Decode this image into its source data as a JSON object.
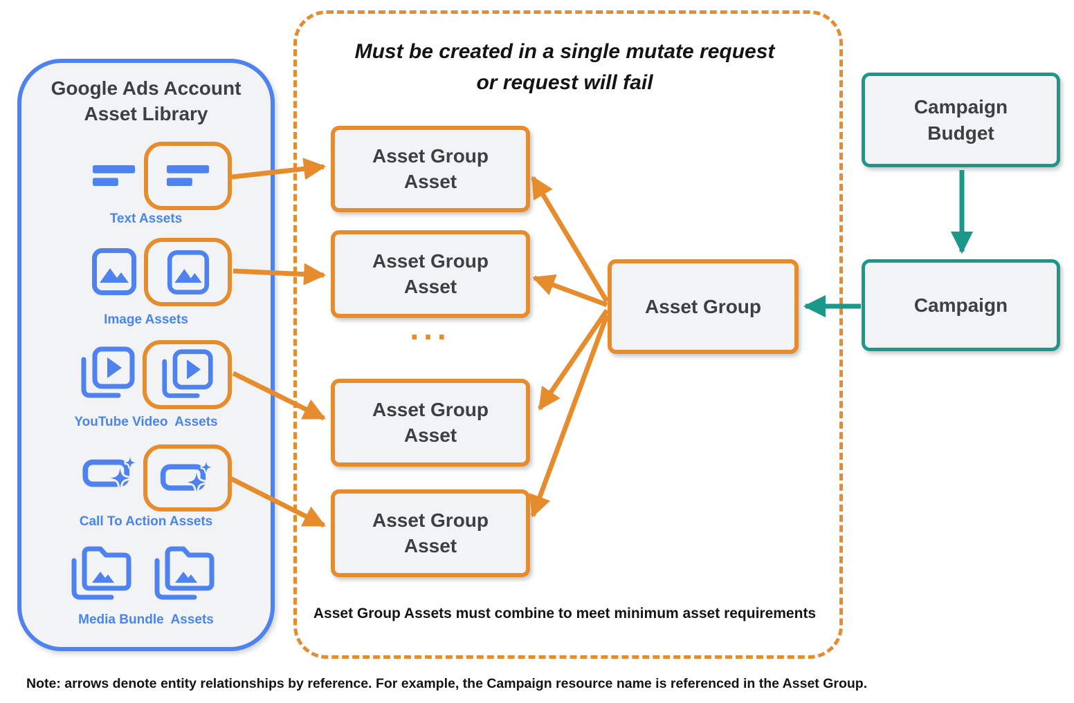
{
  "colors": {
    "orange": "#E68C2D",
    "teal": "#1B988A",
    "blue": "#4D82F0",
    "box_fill": "#F1F3F4",
    "dark_text": "#3C4043"
  },
  "asset_library": {
    "title": "Google Ads Account Asset Library",
    "items": [
      {
        "label": "Text Assets",
        "icon": "text-asset-icon"
      },
      {
        "label": "Image Assets",
        "icon": "image-asset-icon"
      },
      {
        "label": "YouTube Video  Assets",
        "icon": "youtube-video-asset-icon"
      },
      {
        "label": "Call To Action Assets",
        "icon": "call-to-action-asset-icon"
      },
      {
        "label": "Media Bundle  Assets",
        "icon": "media-bundle-asset-icon"
      }
    ]
  },
  "mutate_panel": {
    "title_line1": "Must be created in a single mutate request",
    "title_line2": "or request will fail",
    "boxes": [
      {
        "label": "Asset Group Asset"
      },
      {
        "label": "Asset Group Asset"
      },
      {
        "label": "Asset Group Asset"
      },
      {
        "label": "Asset Group Asset"
      }
    ],
    "ellipsis": "...",
    "footnote": "Asset Group Assets must combine to meet minimum asset requirements"
  },
  "asset_group": {
    "label": "Asset Group"
  },
  "campaign_budget": {
    "label": "Campaign Budget"
  },
  "campaign": {
    "label": "Campaign"
  },
  "note": "Note: arrows denote entity relationships by reference. For example, the Campaign resource name is referenced in the Asset Group."
}
